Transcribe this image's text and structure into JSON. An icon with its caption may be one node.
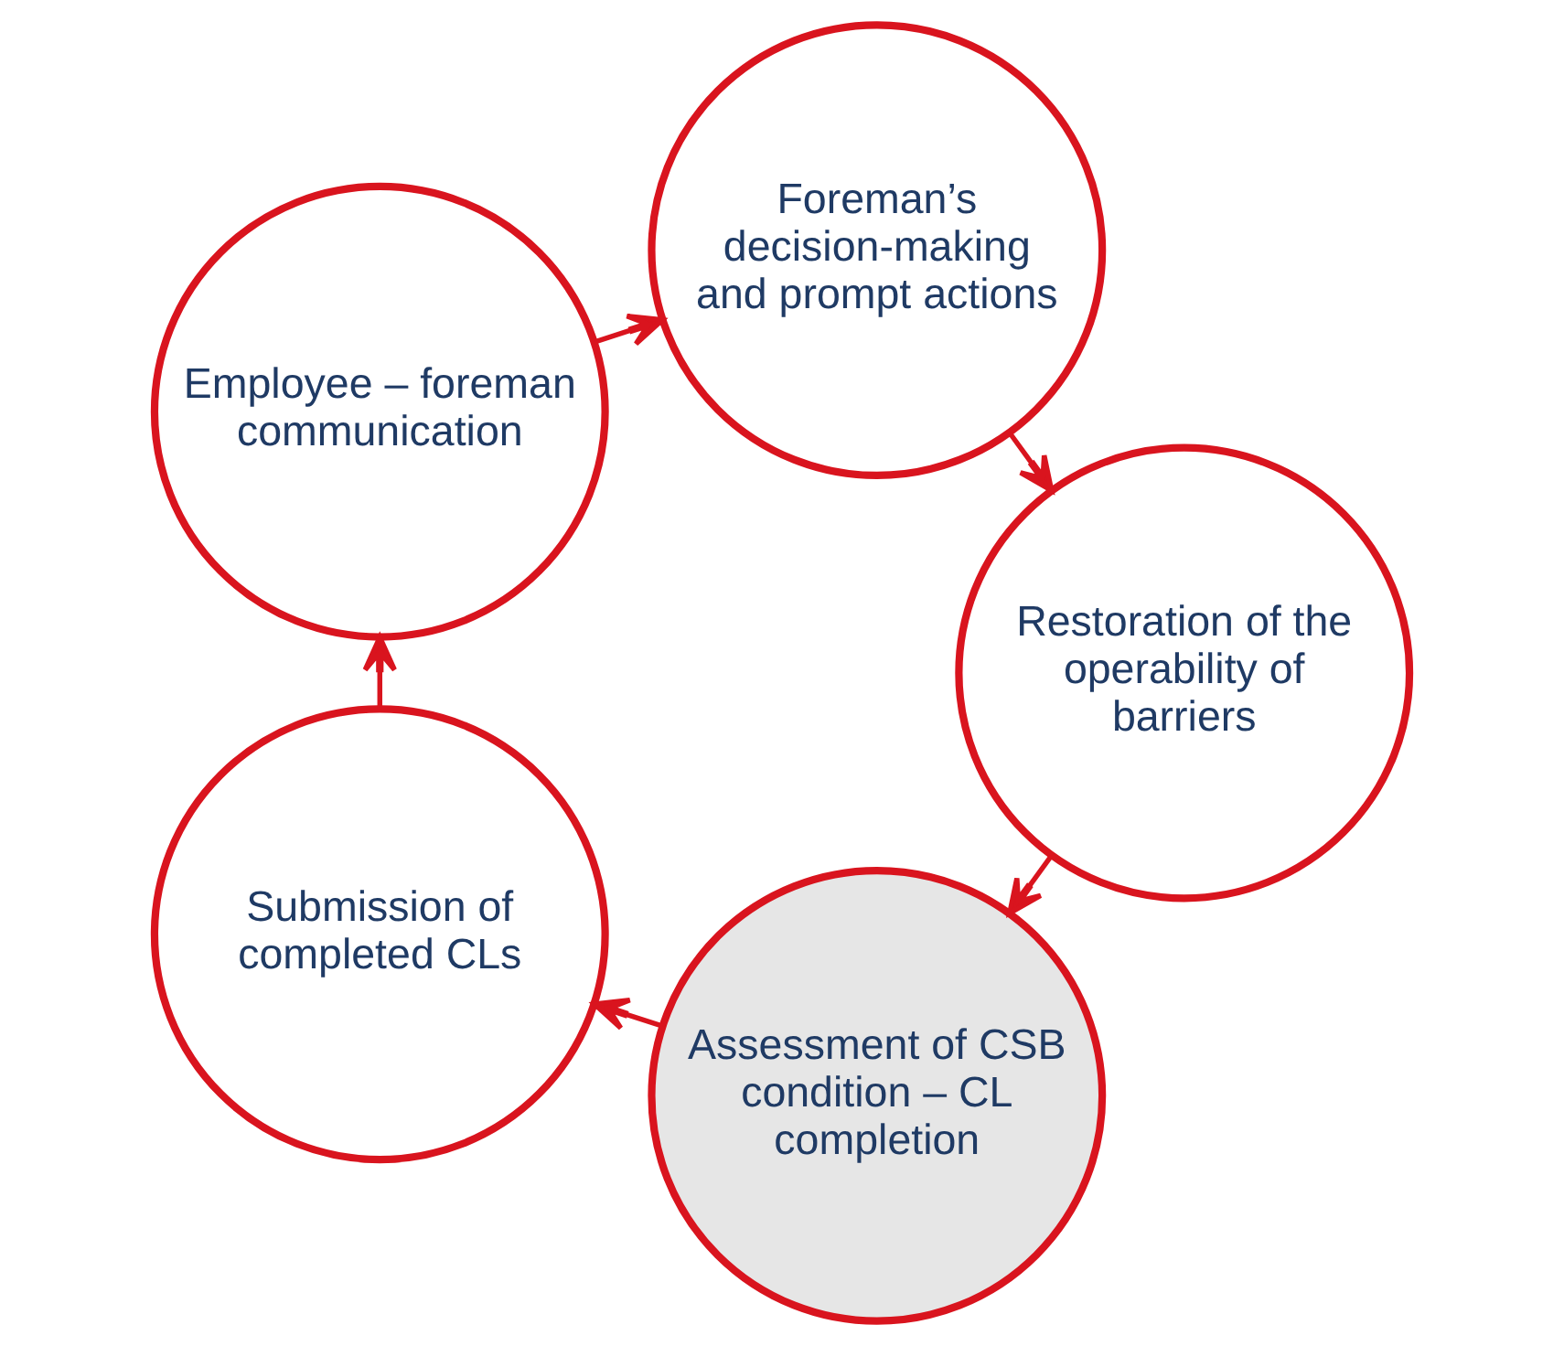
{
  "diagram": {
    "nodes": [
      {
        "text": [
          "Assessment of CSB condition – CL completion"
        ]
      },
      {
        "text": [
          "Submission of completed CLs"
        ]
      },
      {
        "text": [
          "Employee – foreman communication"
        ]
      },
      {
        "text": [
          "Foreman’s decision-making and prompt actions"
        ]
      },
      {
        "text": [
          "Restoration of the operability of barriers"
        ]
      }
    ],
    "edges": [
      {
        "from": 0,
        "to": 1,
        "arrow": "to"
      },
      {
        "from": 1,
        "to": 2,
        "arrow": "to"
      },
      {
        "from": 2,
        "to": 3,
        "arrow": "to"
      },
      {
        "from": 3,
        "to": 4,
        "arrow": "to"
      },
      {
        "from": 4,
        "to": 0,
        "arrow": "to"
      }
    ]
  }
}
